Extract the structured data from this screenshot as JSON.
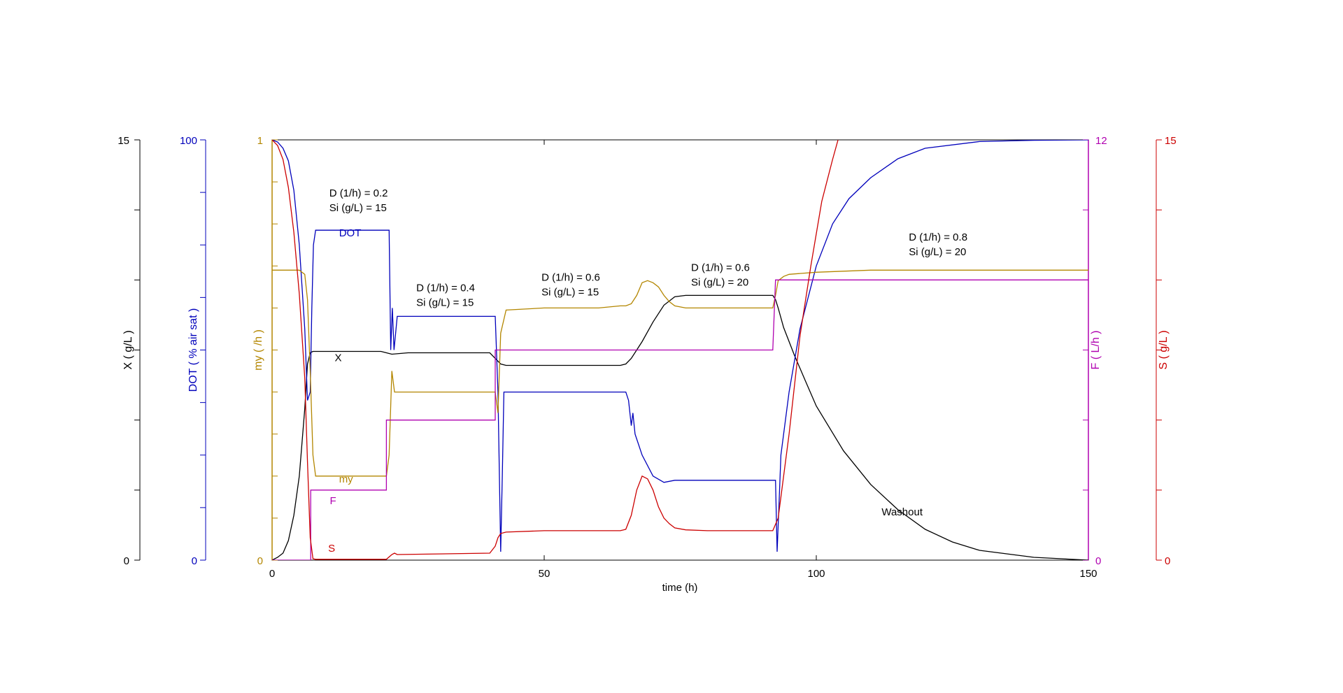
{
  "chart_data": {
    "type": "line",
    "xlabel": "time (h)",
    "xlim": [
      0,
      150
    ],
    "xticks": [
      0,
      50,
      100,
      150
    ],
    "axes": {
      "X": {
        "label": "X ( g/L )",
        "min": "0",
        "max": "15",
        "color": "#000000",
        "range": [
          0,
          15
        ]
      },
      "DOT": {
        "label": "DOT ( % air sat )",
        "min": "0",
        "max": "100",
        "color": "#0000bb",
        "range": [
          0,
          100
        ]
      },
      "my": {
        "label": "my ( /h )",
        "min": "0",
        "max": "1",
        "color": "#b38600",
        "range": [
          0,
          1
        ]
      },
      "F": {
        "label": "F ( L/h )",
        "min": "0",
        "max": "12",
        "color": "#b000b0",
        "range": [
          0,
          12
        ]
      },
      "S": {
        "label": "S ( g/L )",
        "min": "0",
        "max": "15",
        "color": "#cc0000",
        "range": [
          0,
          15
        ]
      }
    },
    "series": [
      {
        "name": "X",
        "axis": "X",
        "color": "#000000",
        "x": [
          0,
          1,
          2,
          3,
          4,
          5,
          6,
          6.5,
          7,
          7.5,
          8,
          10,
          20,
          21,
          22,
          25,
          40,
          41,
          42,
          43,
          50,
          60,
          64,
          65,
          66,
          68,
          70,
          72,
          74,
          76,
          80,
          92,
          92.5,
          93,
          94,
          96,
          98,
          100,
          105,
          110,
          115,
          120,
          125,
          130,
          140,
          150
        ],
        "y": [
          0.0,
          0.1,
          0.25,
          0.7,
          1.6,
          3.0,
          5.4,
          7.0,
          7.4,
          7.45,
          7.45,
          7.45,
          7.45,
          7.4,
          7.35,
          7.4,
          7.4,
          7.2,
          7.0,
          6.95,
          6.95,
          6.95,
          6.95,
          7.0,
          7.2,
          7.8,
          8.5,
          9.1,
          9.4,
          9.45,
          9.45,
          9.45,
          9.3,
          9.0,
          8.3,
          7.3,
          6.4,
          5.5,
          3.9,
          2.7,
          1.8,
          1.1,
          0.65,
          0.35,
          0.1,
          0.0
        ]
      },
      {
        "name": "DOT",
        "axis": "DOT",
        "color": "#0000bb",
        "x": [
          0,
          1,
          2,
          3,
          4,
          5,
          6,
          6.5,
          7,
          7.3,
          7.6,
          8,
          21.5,
          21.8,
          22.1,
          22.4,
          23,
          41,
          41.5,
          42,
          42.3,
          42.6,
          43,
          65,
          65.5,
          66,
          66.3,
          66.7,
          68,
          70,
          72,
          74,
          76,
          92,
          92.5,
          92.8,
          93.2,
          93.5,
          95,
          97,
          100,
          103,
          106,
          110,
          115,
          120,
          130,
          140,
          150
        ],
        "y": [
          100,
          99.5,
          98,
          95,
          88,
          75,
          55,
          38,
          40,
          60,
          75,
          78.5,
          78.5,
          50,
          60,
          50,
          58,
          58,
          40,
          2,
          20,
          40,
          40,
          40,
          38,
          32,
          35,
          30,
          25,
          20,
          18.5,
          19,
          19,
          19,
          19,
          2,
          15,
          25,
          40,
          55,
          70,
          80,
          86,
          91,
          95.5,
          98,
          99.6,
          99.9,
          100
        ]
      },
      {
        "name": "my",
        "axis": "my",
        "color": "#b38600",
        "x": [
          0,
          5,
          6,
          6.5,
          7,
          7.5,
          8,
          21,
          21.5,
          22,
          22.5,
          23,
          41,
          41.5,
          42,
          43,
          50,
          60,
          64,
          65,
          66,
          67,
          68,
          69,
          70,
          71,
          72,
          73,
          74,
          76,
          80,
          92,
          92.5,
          93,
          94,
          95,
          100,
          110,
          150
        ],
        "y": [
          0.69,
          0.69,
          0.68,
          0.62,
          0.45,
          0.25,
          0.2,
          0.2,
          0.25,
          0.45,
          0.4,
          0.4,
          0.4,
          0.35,
          0.54,
          0.595,
          0.6,
          0.6,
          0.605,
          0.605,
          0.61,
          0.63,
          0.66,
          0.665,
          0.66,
          0.65,
          0.63,
          0.615,
          0.605,
          0.6,
          0.6,
          0.6,
          0.63,
          0.665,
          0.675,
          0.68,
          0.685,
          0.69,
          0.69
        ]
      },
      {
        "name": "F",
        "axis": "F",
        "color": "#b000b0",
        "x": [
          0,
          7.1,
          7.1,
          21,
          21,
          41,
          41,
          64,
          65,
          92,
          92.5,
          150
        ],
        "y": [
          0,
          0,
          2,
          2,
          4,
          4,
          6,
          6,
          6,
          6,
          8,
          8
        ]
      },
      {
        "name": "S",
        "axis": "S",
        "color": "#cc0000",
        "x": [
          0,
          1,
          2,
          3,
          4,
          5,
          6,
          6.5,
          7,
          7.5,
          8,
          21,
          22,
          22.5,
          23,
          40,
          41,
          41.5,
          42,
          43,
          50,
          60,
          64,
          65,
          66,
          67,
          68,
          69,
          70,
          71,
          72,
          73,
          74,
          76,
          80,
          92,
          93,
          95,
          97,
          99,
          101,
          103,
          104
        ],
        "y": [
          15,
          14.8,
          14.3,
          13.3,
          11.7,
          9.5,
          6.5,
          3.5,
          0.8,
          0.05,
          0.03,
          0.03,
          0.2,
          0.25,
          0.2,
          0.25,
          0.5,
          0.8,
          0.95,
          1.0,
          1.05,
          1.05,
          1.05,
          1.1,
          1.6,
          2.5,
          3.0,
          2.9,
          2.5,
          1.9,
          1.5,
          1.3,
          1.15,
          1.08,
          1.05,
          1.05,
          1.5,
          4.5,
          8.0,
          10.5,
          12.8,
          14.3,
          15
        ]
      }
    ],
    "series_labels": [
      {
        "text": "DOT",
        "color": "#0000bb",
        "x": 12.3,
        "axis": "DOT",
        "y": 77
      },
      {
        "text": "X",
        "color": "#000000",
        "x": 11.5,
        "axis": "X",
        "y": 7.1
      },
      {
        "text": "my",
        "color": "#b38600",
        "x": 12.3,
        "axis": "my",
        "y": 0.185
      },
      {
        "text": "F",
        "color": "#b000b0",
        "x": 10.6,
        "axis": "F",
        "y": 1.6
      },
      {
        "text": "S",
        "color": "#cc0000",
        "x": 10.3,
        "axis": "S",
        "y": 0.3
      }
    ],
    "annotations": [
      {
        "lines": [
          "D (1/h) = 0.2",
          "Si (g/L) = 15"
        ],
        "x": 10.5,
        "axis": "my",
        "y": 0.865
      },
      {
        "lines": [
          "D (1/h) = 0.4",
          "Si (g/L) = 15"
        ],
        "x": 26.5,
        "axis": "my",
        "y": 0.64
      },
      {
        "lines": [
          "D (1/h) = 0.6",
          "Si (g/L) = 15"
        ],
        "x": 49.5,
        "axis": "my",
        "y": 0.665
      },
      {
        "lines": [
          "D (1/h) = 0.6",
          "Si (g/L) = 20"
        ],
        "x": 77,
        "axis": "my",
        "y": 0.688
      },
      {
        "lines": [
          "D (1/h) = 0.8",
          "Si (g/L) = 20"
        ],
        "x": 117,
        "axis": "my",
        "y": 0.76
      },
      {
        "lines": [
          "Washout"
        ],
        "x": 112,
        "axis": "X",
        "y": 1.6
      }
    ],
    "grid": false
  }
}
